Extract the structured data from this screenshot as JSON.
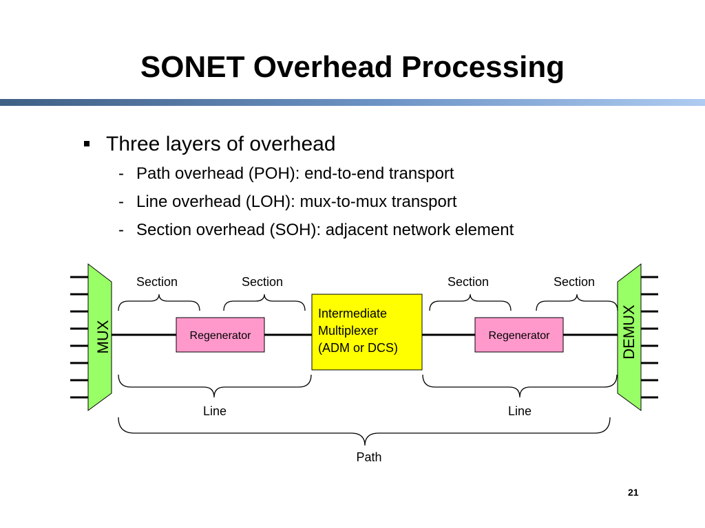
{
  "slide": {
    "title": "SONET Overhead Processing",
    "page_number": "21"
  },
  "bullets": [
    {
      "text": "Three layers of overhead",
      "sub": [
        {
          "dash": "-",
          "text": "Path overhead (POH): end-to-end transport"
        },
        {
          "dash": "-",
          "text": "Line overhead (LOH): mux-to-mux transport"
        },
        {
          "dash": "-",
          "text": "Section overhead (SOH): adjacent network element"
        }
      ]
    }
  ],
  "diagram": {
    "mux_label": "MUX",
    "demux_label": "DEMUX",
    "regenerator_left": "Regenerator",
    "regenerator_right": "Regenerator",
    "intermediate": [
      "Intermediate",
      "Multiplexer",
      "(ADM or DCS)"
    ],
    "section_labels": [
      "Section",
      "Section",
      "Section",
      "Section"
    ],
    "line_labels": [
      "Line",
      "Line"
    ],
    "path_label": "Path",
    "colors": {
      "mux_fill": "#99ff66",
      "regenerator_fill": "#ff99cc",
      "intermediate_fill": "#ffff00",
      "title_rule_dark": "#3f5f84",
      "title_rule_light": "#aecbf0"
    }
  }
}
